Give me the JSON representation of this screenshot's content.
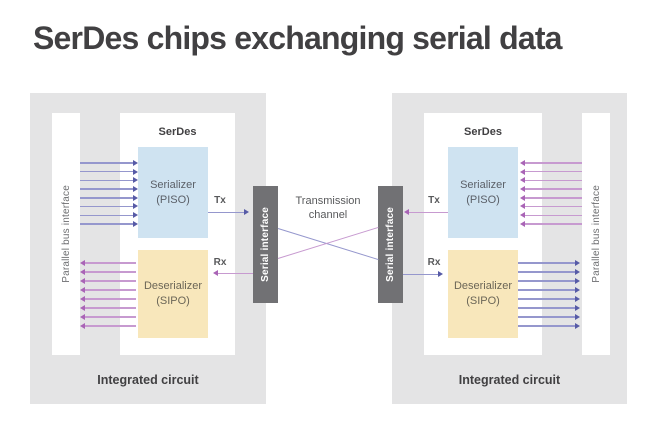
{
  "title": "SerDes chips exchanging serial data",
  "channel": {
    "label": "Transmission channel"
  },
  "chips": [
    {
      "serdes_label": "SerDes",
      "serializer": {
        "line1": "Serializer",
        "line2": "(PISO)"
      },
      "deserializer": {
        "line1": "Deserializer",
        "line2": "(SIPO)"
      },
      "tx_label": "Tx",
      "rx_label": "Rx",
      "bus_label": "Parallel bus interface",
      "serial_interface_label": "Serial interface",
      "ic_label": "Integrated circuit",
      "parallel_in_lanes": 8,
      "parallel_out_lanes": 8
    },
    {
      "serdes_label": "SerDes",
      "serializer": {
        "line1": "Serializer",
        "line2": "(PISO)"
      },
      "deserializer": {
        "line1": "Deserializer",
        "line2": "(SIPO)"
      },
      "tx_label": "Tx",
      "rx_label": "Rx",
      "bus_label": "Parallel bus interface",
      "serial_interface_label": "Serial interface",
      "ic_label": "Integrated circuit",
      "parallel_in_lanes": 8,
      "parallel_out_lanes": 8
    }
  ],
  "colors": {
    "title_text": "#414042",
    "label_text": "#58595b",
    "ic_background": "#e4e4e5",
    "serializer_box": "#cfe3f1",
    "deserializer_box": "#f8e7bb",
    "serial_interface_box": "#717174",
    "blue_line": "#9597cd",
    "blue_head": "#565aa6",
    "magenta_line": "#c79ad0",
    "magenta_head": "#a964b6"
  }
}
